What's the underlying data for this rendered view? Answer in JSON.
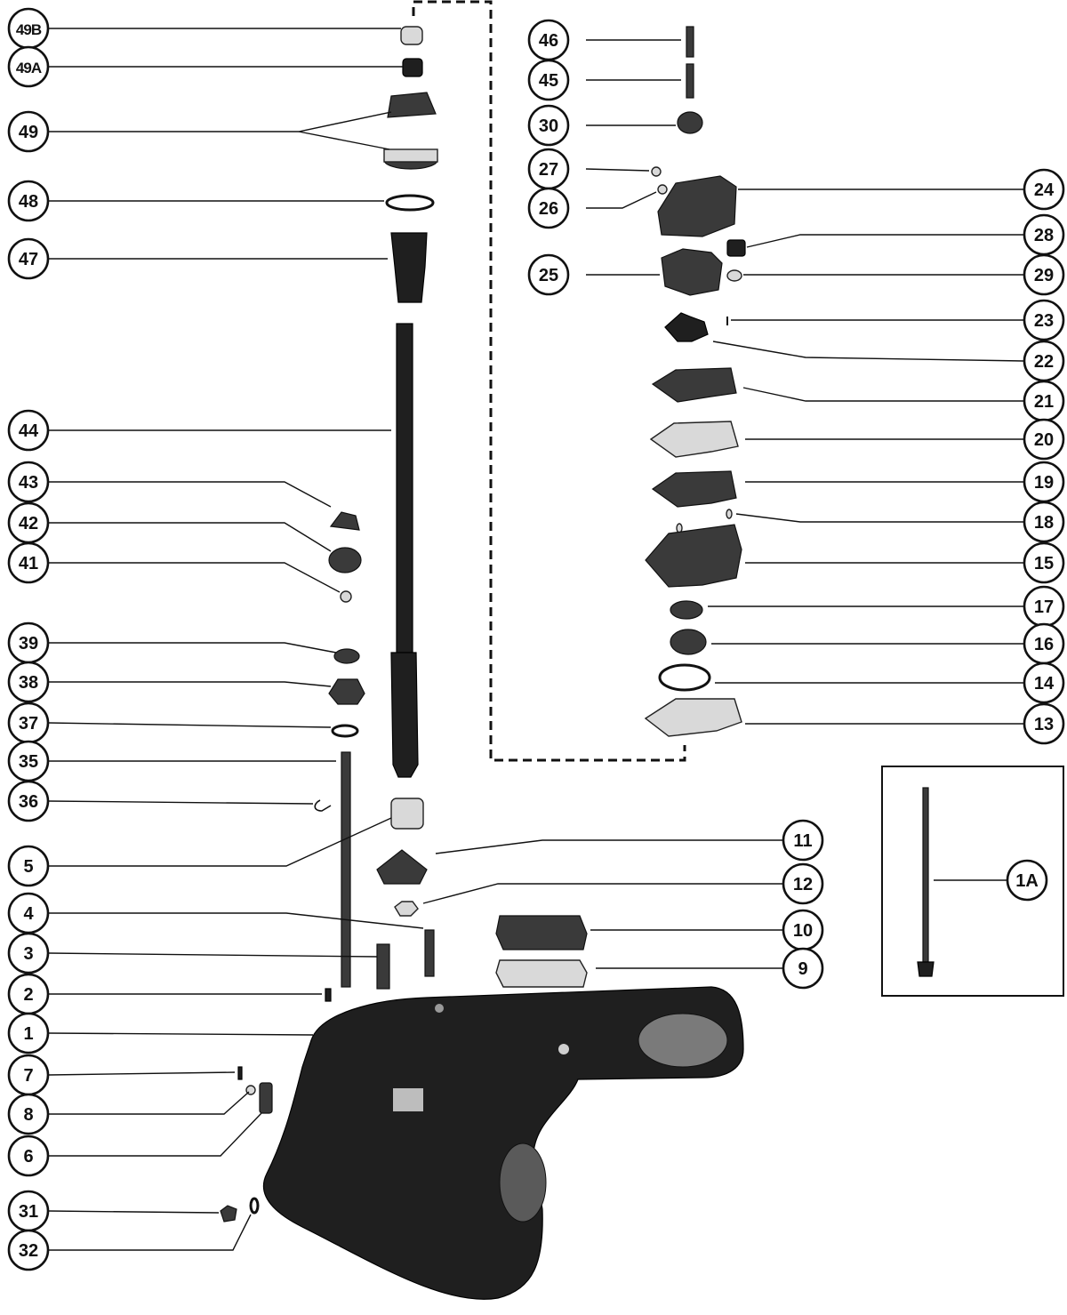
{
  "diagram": {
    "callouts": [
      "49B",
      "49A",
      "49",
      "48",
      "47",
      "44",
      "43",
      "42",
      "41",
      "39",
      "38",
      "37",
      "35",
      "36",
      "5",
      "4",
      "3",
      "2",
      "1",
      "7",
      "8",
      "6",
      "31",
      "32",
      "46",
      "45",
      "30",
      "27",
      "26",
      "24",
      "28",
      "25",
      "29",
      "23",
      "22",
      "21",
      "20",
      "19",
      "18",
      "15",
      "17",
      "16",
      "14",
      "13",
      "11",
      "12",
      "10",
      "9",
      "1A"
    ]
  }
}
